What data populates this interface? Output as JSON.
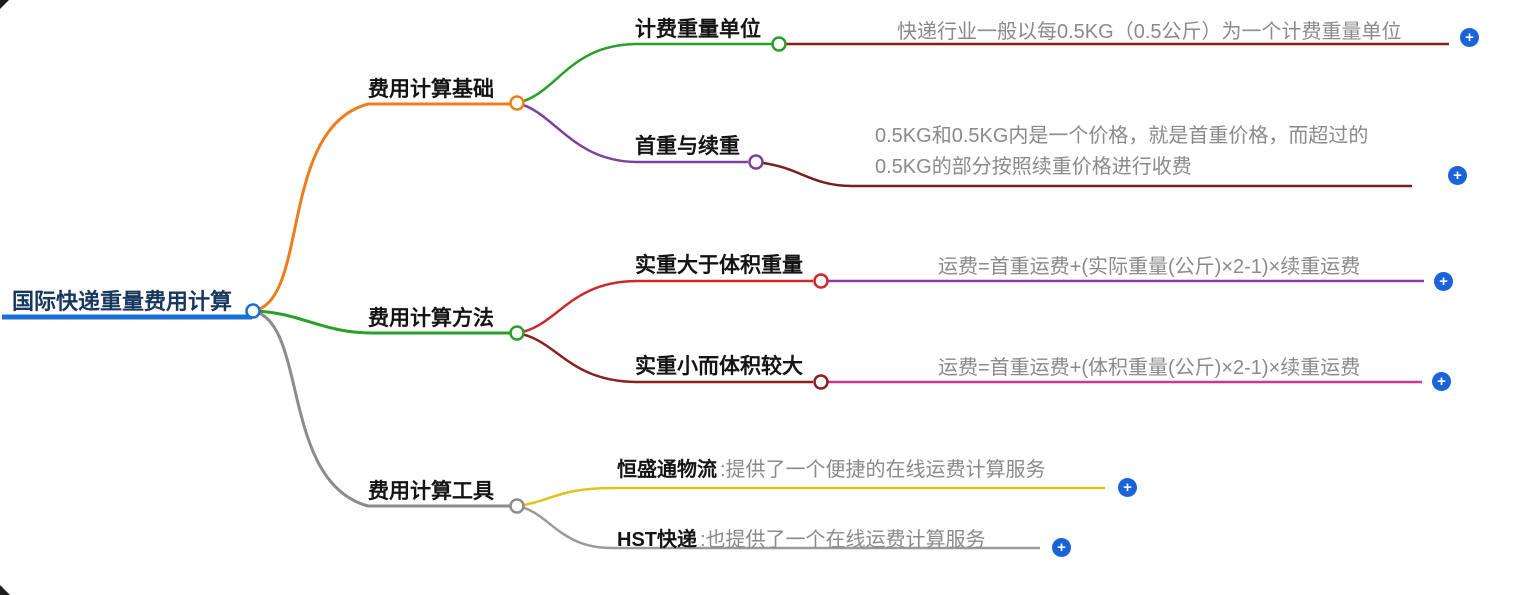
{
  "root": {
    "label": "国际快递重量费用计算",
    "color": "#1b6fd2"
  },
  "branches": [
    {
      "label": "费用计算基础",
      "color": "#ef7d1a",
      "children": [
        {
          "label": "计费重量单位",
          "color": "#2aa02a",
          "detail": "快递行业一般以每0.5KG（0.5公斤）为一个计费重量单位",
          "detail_line_color": "#8b1a1a"
        },
        {
          "label": "首重与续重",
          "color": "#7e3f9d",
          "detail_lines": [
            "0.5KG和0.5KG内是一个价格，就是首重价格，而超过的",
            "0.5KG的部分按照续重价格进行收费"
          ],
          "detail_line_color": "#7a1f1f"
        }
      ]
    },
    {
      "label": "费用计算方法",
      "color": "#2aa02a",
      "children": [
        {
          "label": "实重大于体积重量",
          "color": "#cb2a2a",
          "detail": "运费=首重运费+(实际重量(公斤)×2-1)×续重运费",
          "detail_line_color": "#8b3fa8"
        },
        {
          "label": "实重小而体积较大",
          "color": "#8b2020",
          "detail": "运费=首重运费+(体积重量(公斤)×2-1)×续重运费",
          "detail_line_color": "#cf3596"
        }
      ]
    },
    {
      "label": "费用计算工具",
      "color": "#8c8c8c",
      "children": [
        {
          "label": "恒盛通物流",
          "color": "#ddc51e",
          "detail": ":提供了一个便捷的在线运费计算服务"
        },
        {
          "label": "HST快递",
          "color": "#9a9a9a",
          "detail": ":也提供了一个在线运费计算服务"
        }
      ]
    }
  ],
  "icons": {
    "expand_symbol": "+",
    "expand_color": "#1b63d8"
  }
}
